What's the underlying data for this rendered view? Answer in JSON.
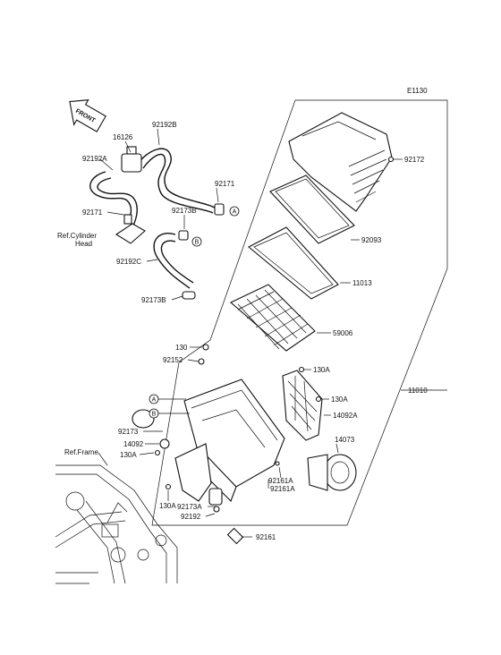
{
  "diagram": {
    "code": "E1130",
    "front_label": "FRONT",
    "refs": {
      "cylinder_head": [
        "Ref.Cylinder",
        "Head"
      ],
      "frame": "Ref.Frame"
    },
    "callouts": [
      "A",
      "B"
    ],
    "parts": {
      "p16126": "16126",
      "p92192B": "92192B",
      "p92192A": "92192A",
      "p92171a": "92171",
      "p92171b": "92171",
      "p92173B_1": "92173B",
      "p92192C": "92192C",
      "p92173B_2": "92173B",
      "p92172": "92172",
      "p92093": "92093",
      "p11013": "11013",
      "p59006": "59006",
      "p130_1": "130",
      "p92152": "92152",
      "p130A_1": "130A",
      "p130A_2": "130A",
      "p14092A": "14092A",
      "p11010": "11010",
      "p92173": "92173",
      "p14092": "14092",
      "p130A_3": "130A",
      "p14073": "14073",
      "p92161A_1": "92161A",
      "p92161A_2": "92161A",
      "p130A_4": "130A",
      "p92173A": "92173A",
      "p92192": "92192",
      "p92161": "92161"
    }
  }
}
